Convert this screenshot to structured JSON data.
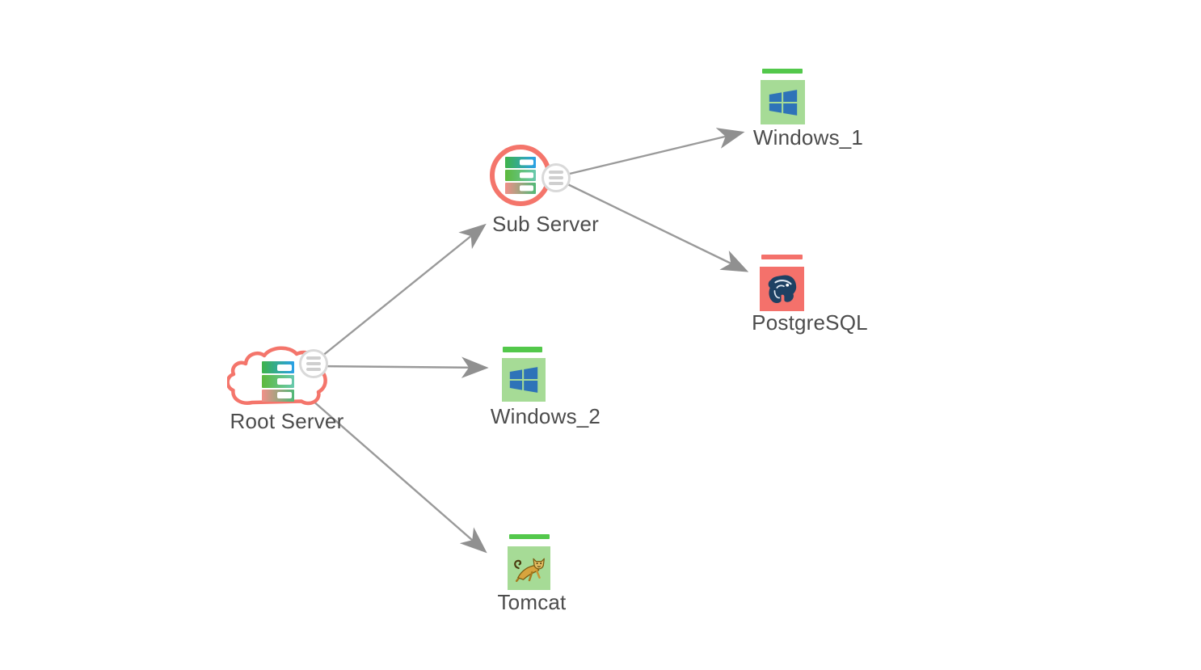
{
  "map": {
    "nodes": {
      "root_server": {
        "label": "Root Server",
        "shape": "cloud",
        "icon": "server-rack-icon",
        "outline_color": "#f4756b",
        "has_menu_button": true
      },
      "sub_server": {
        "label": "Sub Server",
        "shape": "circle",
        "icon": "server-rack-icon",
        "outline_color": "#f4756b",
        "has_menu_button": true
      },
      "windows_1": {
        "label": "Windows_1",
        "icon": "windows-logo-icon",
        "status_color": "#53c84b",
        "tile_color": "#a6db96"
      },
      "postgresql": {
        "label": "PostgreSQL",
        "icon": "postgresql-logo-icon",
        "status_color": "#f4716b",
        "tile_color": "#f4716b"
      },
      "windows_2": {
        "label": "Windows_2",
        "icon": "windows-logo-icon",
        "status_color": "#53c84b",
        "tile_color": "#a6db96"
      },
      "tomcat": {
        "label": "Tomcat",
        "icon": "tomcat-logo-icon",
        "status_color": "#53c84b",
        "tile_color": "#a6db96"
      }
    },
    "edges": [
      {
        "from": "Root Server",
        "to": "Sub Server"
      },
      {
        "from": "Root Server",
        "to": "Windows_2"
      },
      {
        "from": "Root Server",
        "to": "Tomcat"
      },
      {
        "from": "Sub Server",
        "to": "Windows_1"
      },
      {
        "from": "Sub Server",
        "to": "PostgreSQL"
      }
    ],
    "colors": {
      "background": "#ffffff",
      "edge_gray": "#9a9a9a",
      "label_text": "#4c4c4c",
      "alert_red": "#f4716b",
      "healthy_green": "#53c84b",
      "tile_green": "#a6db96",
      "menu_circle_border": "#d9d9d9",
      "menu_lines": "#cfcfcf",
      "windows_blue": "#2e73b8",
      "postgres_navy": "#1e4163",
      "tomcat_gold": "#d8a43e"
    }
  }
}
